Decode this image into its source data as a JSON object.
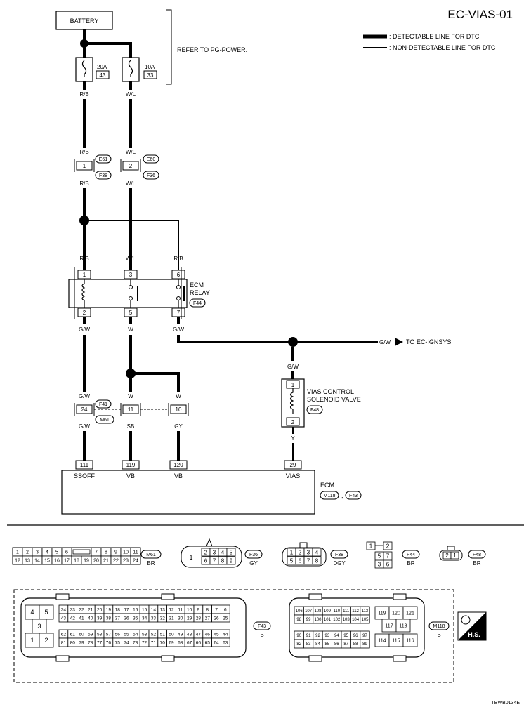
{
  "title": "EC-VIAS-01",
  "legend": {
    "detectable": ": DETECTABLE LINE FOR DTC",
    "non_detectable": ": NON-DETECTABLE LINE FOR DTC"
  },
  "battery": "BATTERY",
  "refer": "REFER TO PG-POWER.",
  "fuse_left": {
    "rating": "20A",
    "number": "43"
  },
  "fuse_right": {
    "rating": "10A",
    "number": "33"
  },
  "wire": {
    "rb": "R/B",
    "wl": "W/L",
    "gw": "G/W",
    "w": "W",
    "sb": "SB",
    "gy": "GY",
    "y": "Y"
  },
  "conn": {
    "e61": "E61",
    "f38": "F38",
    "e60": "E60",
    "f36": "F36",
    "f44": "F44",
    "f41": "F41",
    "m61": "M61",
    "f48": "F48",
    "m118": "M118",
    "f43": "F43",
    "comma": ","
  },
  "pins": {
    "p1": "1",
    "p2": "2",
    "p3": "3",
    "p5": "5",
    "p6": "6",
    "p7": "7",
    "p24": "24",
    "p11": "11",
    "p10": "10",
    "p111": "111",
    "p119": "119",
    "p120": "120",
    "p29": "29"
  },
  "ecm_relay": {
    "line1": "ECM",
    "line2": "RELAY"
  },
  "ecm": "ECM",
  "ignsys": "TO EC-IGNSYS",
  "vias": {
    "line1": "VIAS CONTROL",
    "line2": "SOLENOID VALVE"
  },
  "ecm_pins": {
    "ssoff": "SSOFF",
    "vb1": "VB",
    "vb2": "VB",
    "vias": "VIAS"
  },
  "bottom": {
    "m61": {
      "code": "M61",
      "color": "BR"
    },
    "f36": {
      "code": "F36",
      "color": "GY"
    },
    "f38": {
      "code": "F38",
      "color": "DGY"
    },
    "f44": {
      "code": "F44",
      "color": "BR"
    },
    "f48": {
      "code": "F48",
      "color": "BR"
    },
    "f43": {
      "code": "F43",
      "color": "B"
    },
    "m118": {
      "code": "M118",
      "color": "B"
    }
  },
  "hs": "H.S.",
  "code": "TBWB0134E"
}
